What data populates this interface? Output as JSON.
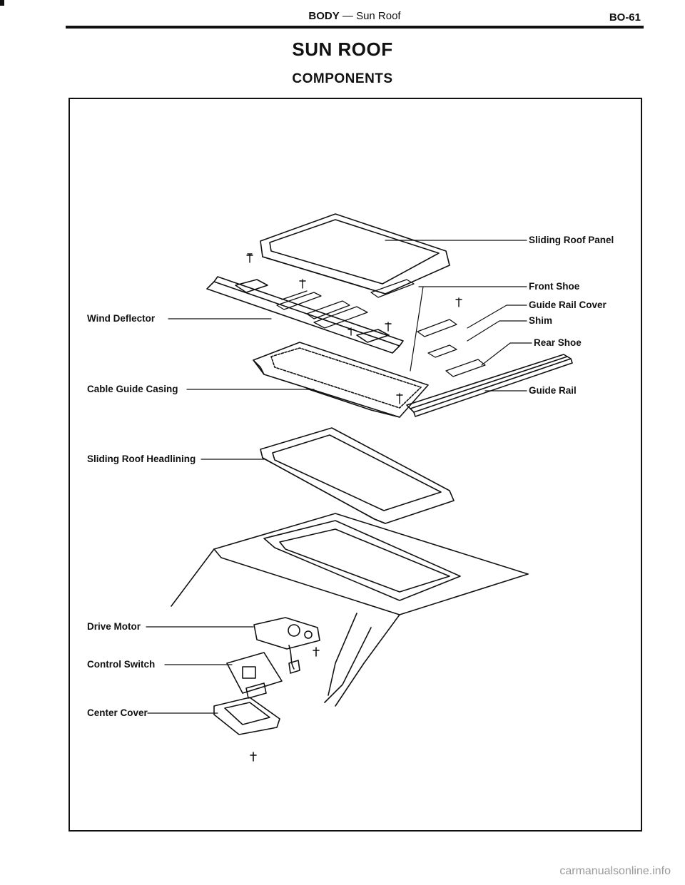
{
  "header": {
    "section": "BODY",
    "separator": "—",
    "subsection": "Sun Roof",
    "page_number": "BO-61"
  },
  "page_title": "SUN ROOF",
  "section_title": "COMPONENTS",
  "labels": {
    "sliding_roof_panel": "Sliding Roof Panel",
    "front_shoe": "Front Shoe",
    "guide_rail_cover": "Guide Rail Cover",
    "shim": "Shim",
    "rear_shoe": "Rear Shoe",
    "guide_rail": "Guide Rail",
    "wind_deflector": "Wind Deflector",
    "cable_guide_casing": "Cable Guide Casing",
    "sliding_roof_headlining": "Sliding Roof Headlining",
    "drive_motor": "Drive Motor",
    "control_switch": "Control Switch",
    "center_cover": "Center Cover"
  },
  "footer": {
    "watermark": "carmanualsonline.info"
  }
}
